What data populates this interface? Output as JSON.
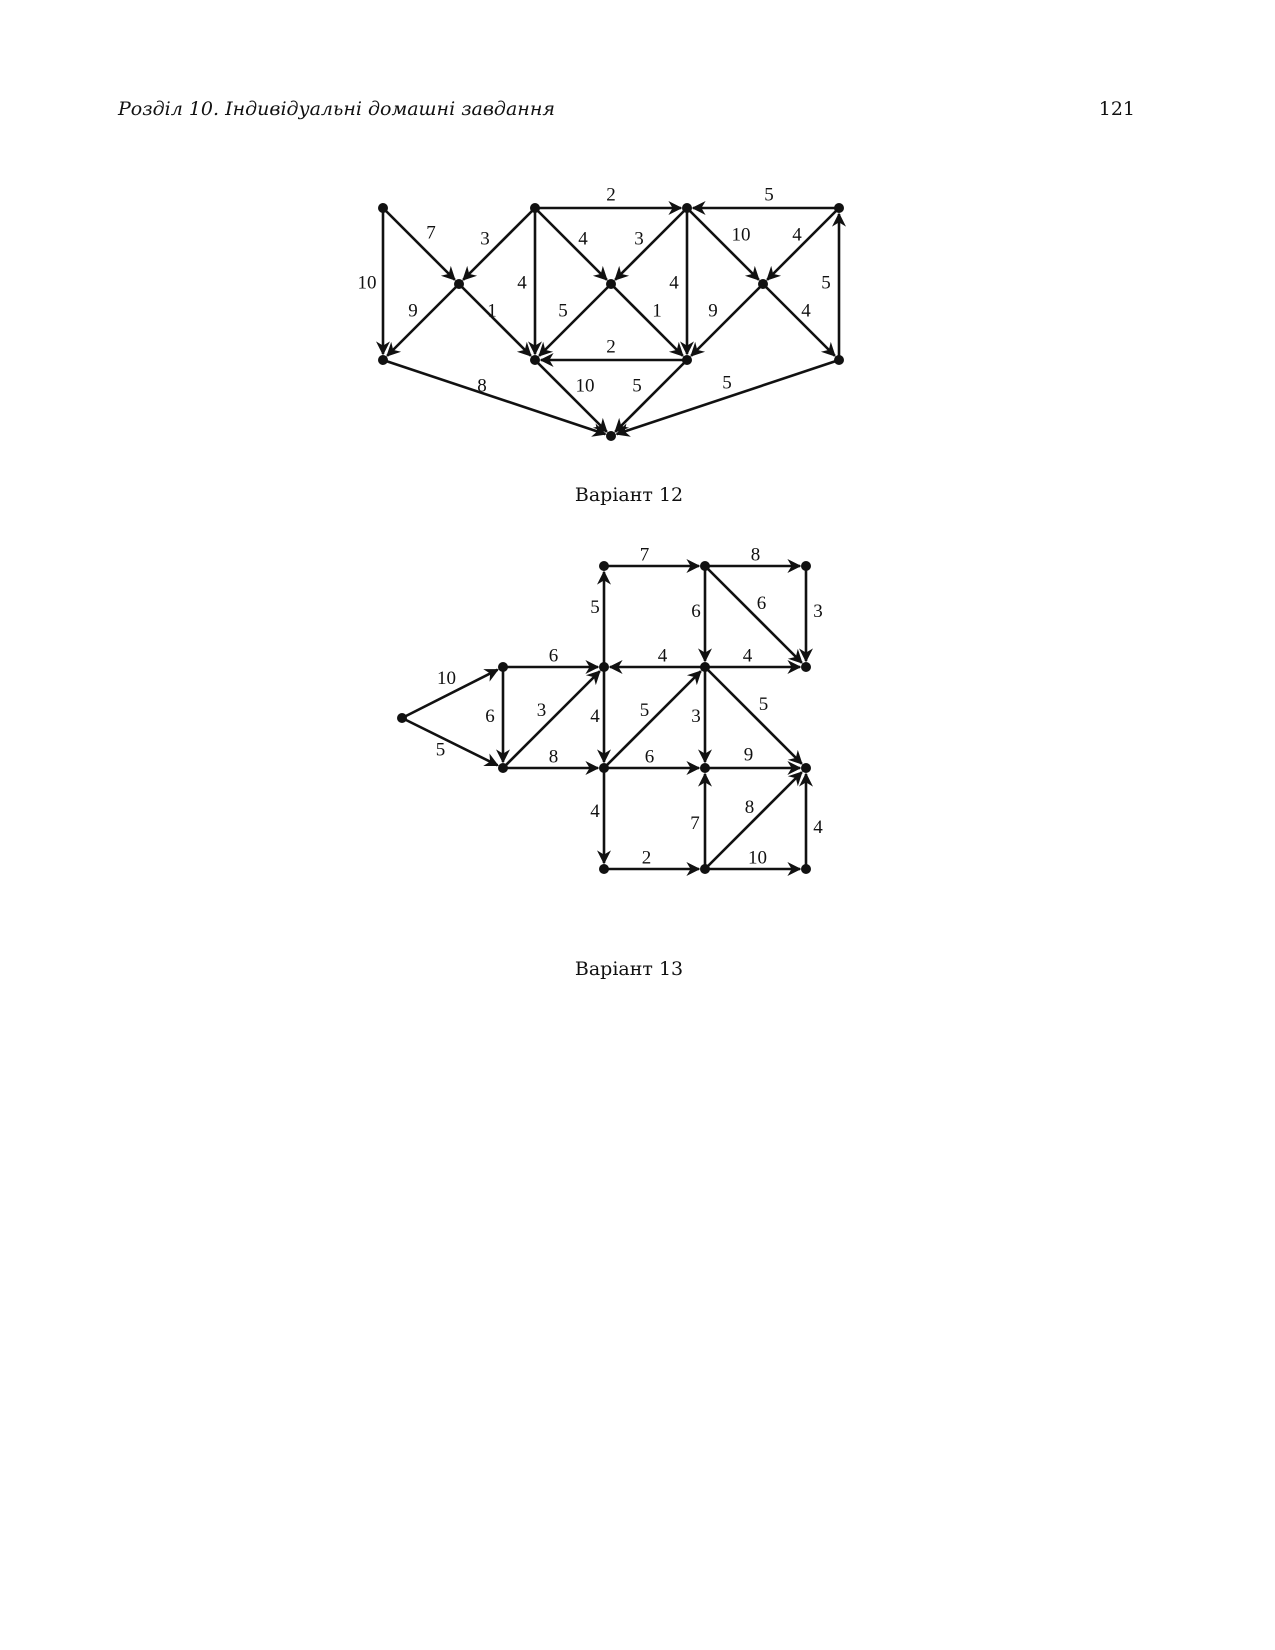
{
  "header": {
    "section_title": "Розділ 10.  Індивідуальні домашні завдання",
    "page_number": "121"
  },
  "figures": [
    {
      "caption": "Варіант 12",
      "edges": [
        {
          "from": "A1",
          "to": "B1",
          "w": "10"
        },
        {
          "from": "A1",
          "to": "X1",
          "w": "7"
        },
        {
          "from": "A2",
          "to": "X1",
          "w": "3"
        },
        {
          "from": "A2",
          "to": "A3",
          "w": "2"
        },
        {
          "from": "A2",
          "to": "B2",
          "w": "4"
        },
        {
          "from": "A2",
          "to": "X2",
          "w": "4"
        },
        {
          "from": "A3",
          "to": "X2",
          "w": "3"
        },
        {
          "from": "A3",
          "to": "B3",
          "w": "4"
        },
        {
          "from": "A3",
          "to": "X3",
          "w": "10"
        },
        {
          "from": "A4",
          "to": "A3",
          "w": "5"
        },
        {
          "from": "A4",
          "to": "X3",
          "w": "4"
        },
        {
          "from": "B4",
          "to": "A4",
          "w": "5"
        },
        {
          "from": "X1",
          "to": "B1",
          "w": "9"
        },
        {
          "from": "X1",
          "to": "B2",
          "w": "1"
        },
        {
          "from": "X2",
          "to": "B2",
          "w": "5"
        },
        {
          "from": "X2",
          "to": "B3",
          "w": "1"
        },
        {
          "from": "B3",
          "to": "B2",
          "w": "2"
        },
        {
          "from": "X3",
          "to": "B3",
          "w": "9"
        },
        {
          "from": "X3",
          "to": "B4",
          "w": "4"
        },
        {
          "from": "B1",
          "to": "C",
          "w": "8"
        },
        {
          "from": "B2",
          "to": "C",
          "w": "10"
        },
        {
          "from": "B3",
          "to": "C",
          "w": "5"
        },
        {
          "from": "B4",
          "to": "C",
          "w": "5"
        }
      ]
    },
    {
      "caption": "Варіант 13",
      "edges": [
        {
          "from": "S",
          "to": "P",
          "w": "10"
        },
        {
          "from": "S",
          "to": "Q",
          "w": "5"
        },
        {
          "from": "P",
          "to": "Q",
          "w": "6"
        },
        {
          "from": "P",
          "to": "M1",
          "w": "6"
        },
        {
          "from": "Q",
          "to": "M1",
          "w": "3"
        },
        {
          "from": "Q",
          "to": "M2",
          "w": "8"
        },
        {
          "from": "M1",
          "to": "T1",
          "w": "5"
        },
        {
          "from": "M1",
          "to": "M2",
          "w": "4"
        },
        {
          "from": "T1",
          "to": "T2",
          "w": "7"
        },
        {
          "from": "T2",
          "to": "T3",
          "w": "8"
        },
        {
          "from": "T2",
          "to": "U3",
          "w": "6"
        },
        {
          "from": "T2",
          "to": "U2",
          "w": "6"
        },
        {
          "from": "T3",
          "to": "U3",
          "w": "3"
        },
        {
          "from": "U2",
          "to": "M1",
          "w": "4"
        },
        {
          "from": "U2",
          "to": "U3",
          "w": "4"
        },
        {
          "from": "U2",
          "to": "V2",
          "w": "3"
        },
        {
          "from": "U2",
          "to": "V3",
          "w": "5"
        },
        {
          "from": "M2",
          "to": "U2",
          "w": "5"
        },
        {
          "from": "M2",
          "to": "V2",
          "w": "6"
        },
        {
          "from": "V2",
          "to": "V3",
          "w": "9"
        },
        {
          "from": "M2",
          "to": "L1",
          "w": "4"
        },
        {
          "from": "L1",
          "to": "L2",
          "w": "2"
        },
        {
          "from": "L2",
          "to": "V2",
          "w": "7"
        },
        {
          "from": "L2",
          "to": "V3",
          "w": "8"
        },
        {
          "from": "L2",
          "to": "L3",
          "w": "10"
        },
        {
          "from": "L3",
          "to": "V3",
          "w": "4"
        }
      ]
    }
  ]
}
